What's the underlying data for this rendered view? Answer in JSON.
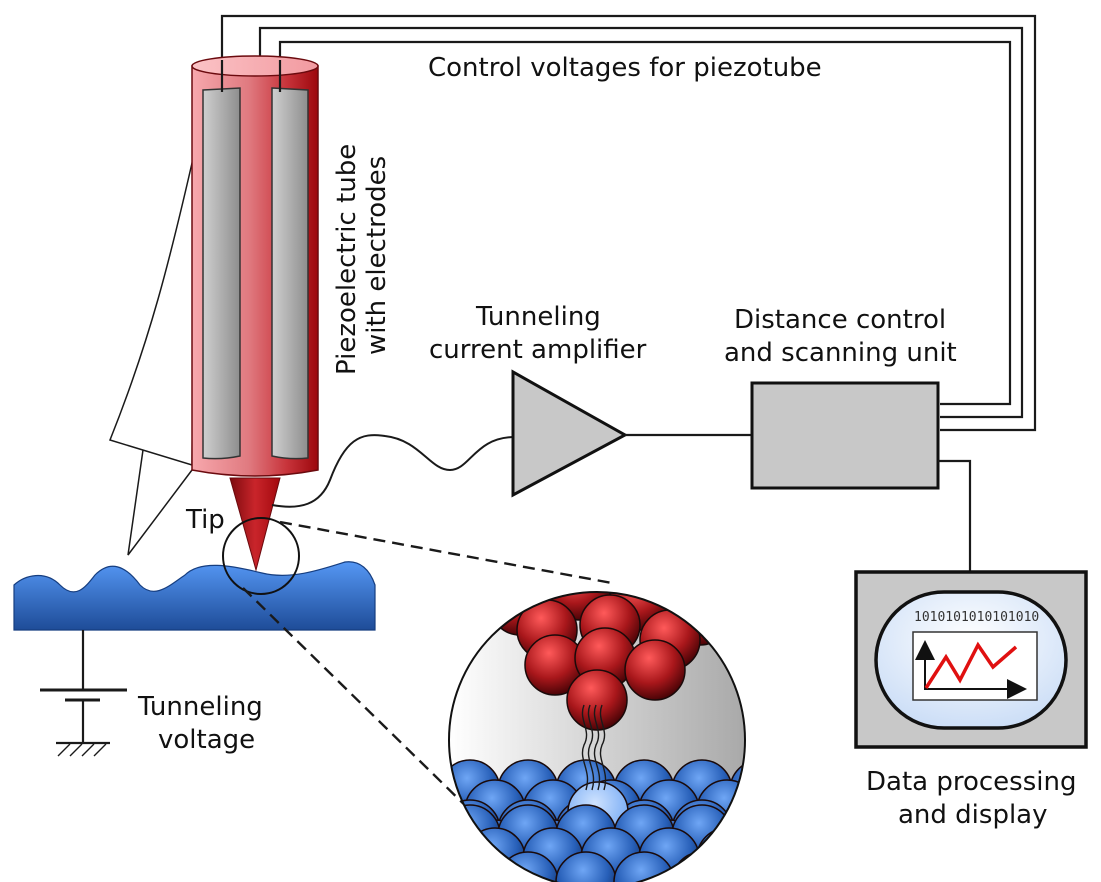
{
  "title": "Scanning tunneling microscope schematic",
  "labels": {
    "control_voltages": "Control voltages for piezotube",
    "piezo_line1": "Piezoelectric tube",
    "piezo_line2": "with electrodes",
    "amplifier_line1": "Tunneling",
    "amplifier_line2": "current amplifier",
    "distance_line1": "Distance control",
    "distance_line2": "and scanning unit",
    "tip": "Tip",
    "voltage_line1": "Tunneling",
    "voltage_line2": "voltage",
    "display_line1": "Data processing",
    "display_line2": "and display",
    "binary_readout": "1010101010101010"
  },
  "colors": {
    "piezo_red_light": "#f7a3a8",
    "piezo_red_mid": "#d9545c",
    "piezo_red_dark": "#a00a0f",
    "electrode_gray_light": "#c9c9c9",
    "electrode_gray_dark": "#8f8f8f",
    "sample_blue_light": "#4f8ff0",
    "sample_blue_dark": "#1f4f9e",
    "unit_gray": "#c8c8c8",
    "screen_light_blue": "#dce9fb",
    "graph_red": "#e01010",
    "tip_atom_red": "#b51a1a",
    "sample_atom_blue": "#2f6fd0",
    "highlight_atom_blue": "#8fbdfb"
  },
  "components": [
    {
      "id": "piezo-tube",
      "name": "Piezoelectric tube with electrodes"
    },
    {
      "id": "tip",
      "name": "Tip"
    },
    {
      "id": "sample",
      "name": "Sample surface"
    },
    {
      "id": "amplifier",
      "name": "Tunneling current amplifier"
    },
    {
      "id": "control-unit",
      "name": "Distance control and scanning unit"
    },
    {
      "id": "display",
      "name": "Data processing and display"
    },
    {
      "id": "voltage-source",
      "name": "Tunneling voltage"
    },
    {
      "id": "magnified-view",
      "name": "Atomic-scale magnified view of tip and sample"
    }
  ]
}
